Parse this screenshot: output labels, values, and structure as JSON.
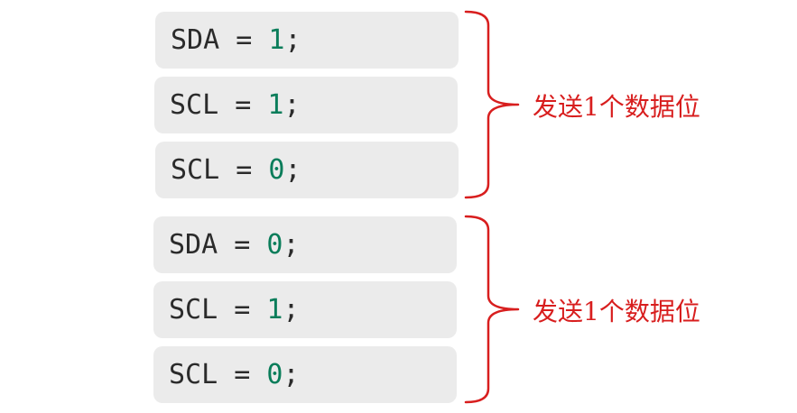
{
  "groups": [
    {
      "lines": [
        {
          "variable": "SDA",
          "op": " = ",
          "value": "1",
          "end": ";"
        },
        {
          "variable": "SCL",
          "op": " = ",
          "value": "1",
          "end": ";"
        },
        {
          "variable": "SCL",
          "op": " = ",
          "value": "0",
          "end": ";"
        }
      ],
      "label": "发送1个数据位"
    },
    {
      "lines": [
        {
          "variable": "SDA",
          "op": " = ",
          "value": "0",
          "end": ";"
        },
        {
          "variable": "SCL",
          "op": " = ",
          "value": "1",
          "end": ";"
        },
        {
          "variable": "SCL",
          "op": " = ",
          "value": "0",
          "end": ";"
        }
      ],
      "label": "发送1个数据位"
    }
  ],
  "colors": {
    "code_bg": "#ebebeb",
    "code_text": "#2b2b2b",
    "number": "#0a7d5a",
    "brace": "#d81e1e",
    "label": "#d81e1e"
  }
}
